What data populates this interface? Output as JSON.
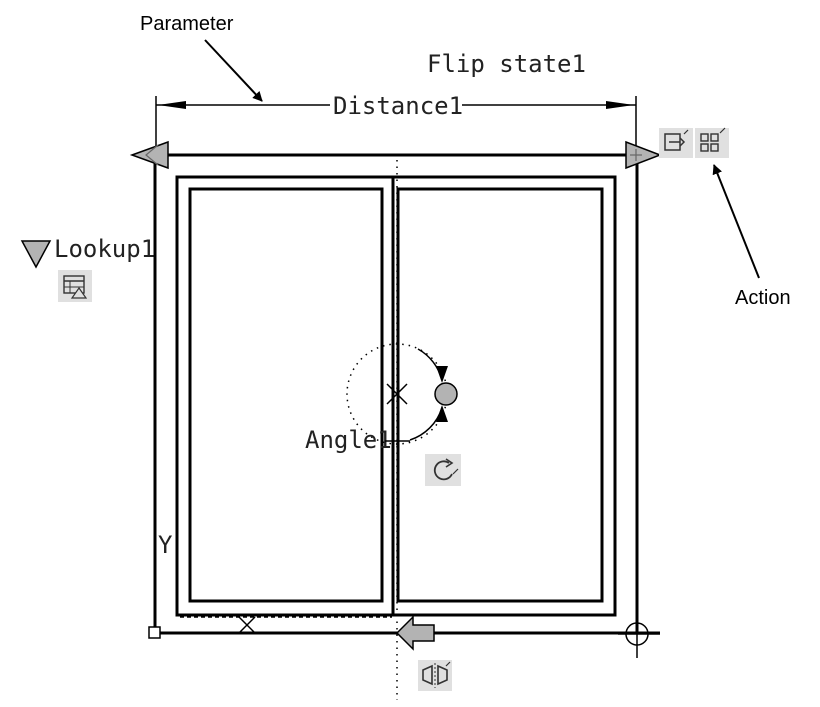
{
  "annotations": {
    "parameter": "Parameter",
    "action": "Action"
  },
  "cad_labels": {
    "flip_state": "Flip state1",
    "distance": "Distance1",
    "lookup": "Lookup1",
    "angle": "Angle1",
    "ucs_y": "Y"
  },
  "icons": {
    "flip_action": "flip-action-icon",
    "array_action": "array-action-icon",
    "lookup_action": "lookup-table-icon",
    "rotate_action": "rotate-action-icon",
    "mirror_action": "mirror-action-icon"
  },
  "colors": {
    "line": "#000000",
    "grip_fill": "#b3b3b3",
    "icon_bg": "#e0e0e0"
  }
}
